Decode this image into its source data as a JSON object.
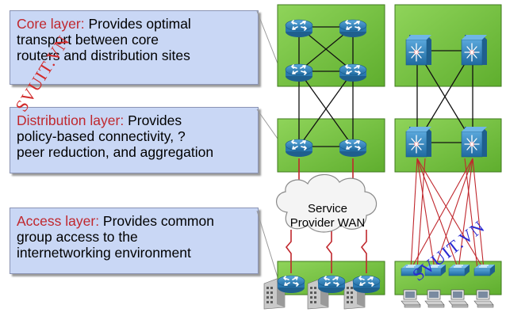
{
  "layers": [
    {
      "name": "Core layer:",
      "description_line1": " Provides optimal",
      "description_rest": [
        "transport between core",
        "routers and distribution sites"
      ]
    },
    {
      "name": "Distribution layer:",
      "description_line1": " Provides",
      "description_rest": [
        "policy-based connectivity, ?",
        "peer reduction, and aggregation"
      ]
    },
    {
      "name": "Access layer:",
      "description_line1": " Provides common",
      "description_rest": [
        "group access to the",
        "internetworking environment"
      ]
    }
  ],
  "cloud": {
    "line1": "Service",
    "line2": "Provider WAN"
  },
  "watermarks": [
    "SVUIT.VN",
    "SVUIT.VN"
  ],
  "colors": {
    "layer_box_fill": "#c9d7f5",
    "layer_label": "#c0272d",
    "panel_fill": "#7cc444",
    "router_fill": "#3a8dc4",
    "link_red": "#c0272d",
    "watermark_red": "#d22a2a",
    "watermark_blue": "#2a2ad2"
  },
  "icons": [
    "router-icon",
    "multilayer-switch-icon",
    "workgroup-switch-icon",
    "building-icon",
    "pc-icon",
    "cloud-icon"
  ]
}
